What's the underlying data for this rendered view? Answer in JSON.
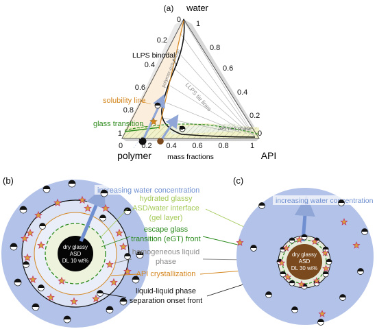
{
  "panel_a": {
    "label": "(a)",
    "apex_top": "water",
    "apex_left": "polymer",
    "apex_right": "API",
    "axis_center": "mass fractions",
    "left_ticks": [
      "0",
      "0.2",
      "0.4",
      "0.6",
      "0.8",
      "1"
    ],
    "right_ticks": [
      "1",
      "0.8",
      "0.6",
      "0.4",
      "0.2",
      "0"
    ],
    "bottom_ticks": [
      "0",
      "0.2",
      "0.4",
      "0.6",
      "0.8",
      "1"
    ],
    "labels": {
      "binodal": "LLPS binodal",
      "polymer_rich": "polymer-rich phase",
      "tie_lines": "LLPS tie lines",
      "api_rich": "API-rich phase",
      "solubility": "solubility line",
      "glass": "glass transition"
    },
    "colors": {
      "solubility": "#d4851c",
      "glass": "#2e8b1e",
      "brown": "#7a4a1e",
      "arrow": "#8fa6d6"
    }
  },
  "panel_b": {
    "label": "(b)",
    "core": [
      "dry glassy",
      "ASD",
      "DL 10 wt%"
    ],
    "arrow_text": "increasing water concentration"
  },
  "panel_c": {
    "label": "(c)",
    "core": [
      "dry glassy",
      "ASD",
      "DL 30 wt%"
    ],
    "arrow_text": "increasing water concentration"
  },
  "legend": [
    {
      "lines": [
        "hydrated glassy",
        "ASD/water interface",
        "(gel layer)"
      ],
      "color": "#a3c957"
    },
    {
      "lines": [
        "escape glass",
        "transition (eGT) front"
      ],
      "color": "#2a8a1c"
    },
    {
      "lines": [
        "homogeneous liquid",
        "phase"
      ],
      "color": "#8a8a8a"
    },
    {
      "lines": [
        "API crystallization"
      ],
      "color": "#d4851c"
    },
    {
      "lines": [
        "liquid-liquid phase",
        "separation onset front"
      ],
      "color": "#111111"
    }
  ]
}
